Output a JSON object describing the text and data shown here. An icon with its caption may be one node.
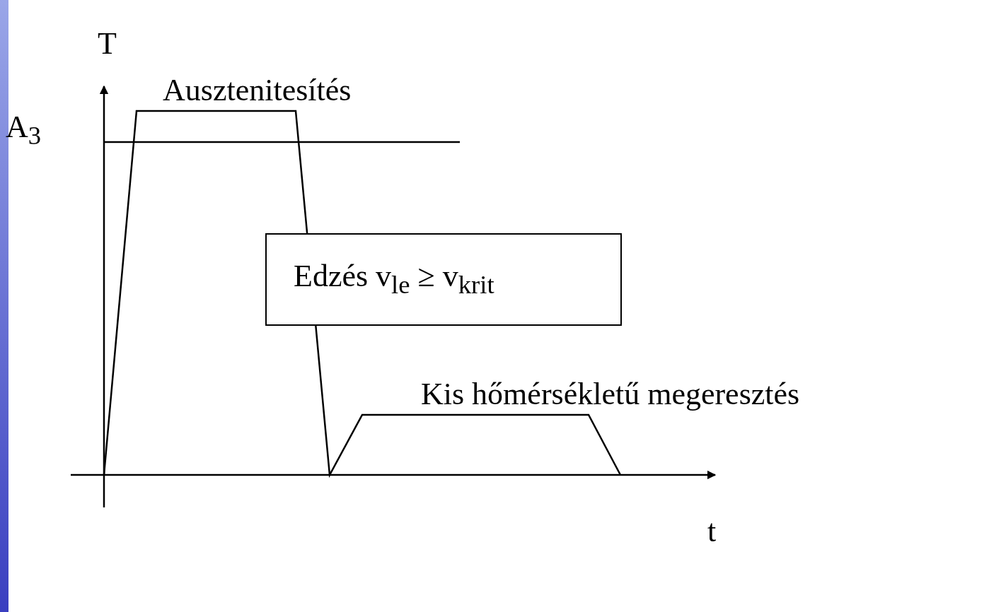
{
  "diagram": {
    "nodes": [
      {
        "text": [
          "Edzés v$_{le}$ ≥ v$_{krit}$"
        ]
      }
    ],
    "labels": [
      "T",
      "A$_{3}$",
      "Ausztenitesítés",
      "Kis hőmérsékletű megeresztés",
      "t"
    ]
  }
}
